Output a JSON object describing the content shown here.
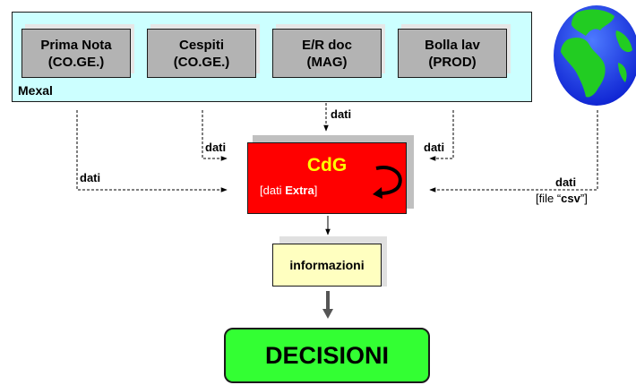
{
  "mexal": {
    "label": "Mexal",
    "modules": [
      {
        "line1": "Prima Nota",
        "line2": "(CO.GE.)"
      },
      {
        "line1": "Cespiti",
        "line2": "(CO.GE.)"
      },
      {
        "line1": "E/R doc",
        "line2": "(MAG)"
      },
      {
        "line1": "Bolla lav",
        "line2": "(PROD)"
      }
    ]
  },
  "flows": {
    "dati_top": "dati",
    "dati_left_mid": "dati",
    "dati_right_mid": "dati",
    "dati_left": "dati",
    "dati_external": "dati"
  },
  "external": {
    "icon": "globe-icon",
    "note_prefix": "[file “",
    "note_bold": "csv",
    "note_suffix": "”]"
  },
  "cdg": {
    "title": "CdG",
    "sub_prefix": "[dati ",
    "sub_bold": "Extra",
    "sub_suffix": "]"
  },
  "informazioni": "informazioni",
  "decisioni": "DECISIONI",
  "colors": {
    "mexal_bg": "#ccffff",
    "module_bg": "#b3b3b3",
    "cdg_bg": "#ff0000",
    "cdg_title": "#ffff00",
    "info_bg": "#ffffc0",
    "decisioni_bg": "#33ff33",
    "globe_ocean": "#1a3cff",
    "globe_land": "#22cc22"
  }
}
